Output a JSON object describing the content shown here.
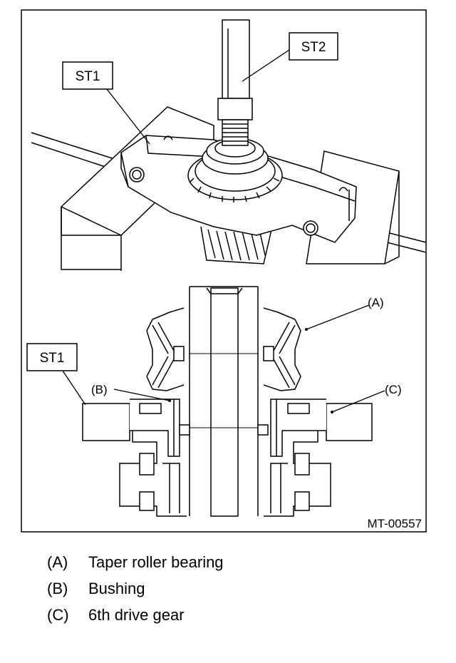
{
  "figure": {
    "callouts": {
      "st1_top": "ST1",
      "st2": "ST2",
      "st1_bottom": "ST1",
      "a": "(A)",
      "b": "(B)",
      "c": "(C)"
    },
    "code": "MT-00557"
  },
  "legend": [
    {
      "key": "(A)",
      "desc": "Taper roller bearing"
    },
    {
      "key": "(B)",
      "desc": "Bushing"
    },
    {
      "key": "(C)",
      "desc": "6th drive gear"
    }
  ]
}
